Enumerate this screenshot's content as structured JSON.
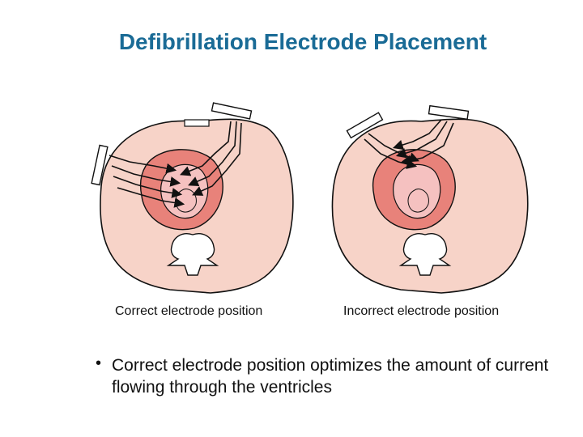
{
  "slide": {
    "title": "Defibrillation Electrode Placement",
    "captions": {
      "left": "Correct electrode position",
      "right": "Incorrect electrode position"
    },
    "bullet": {
      "marker": "•",
      "text": "Correct electrode position optimizes the amount of current flowing through the ventricles"
    }
  },
  "colors": {
    "title": "#1a6b96",
    "torso_fill": "#f7d3c8",
    "heart_outer": "#e8827a",
    "heart_inner": "#f5c1c0",
    "outline": "#111111",
    "vertebra": "#ffffff"
  }
}
